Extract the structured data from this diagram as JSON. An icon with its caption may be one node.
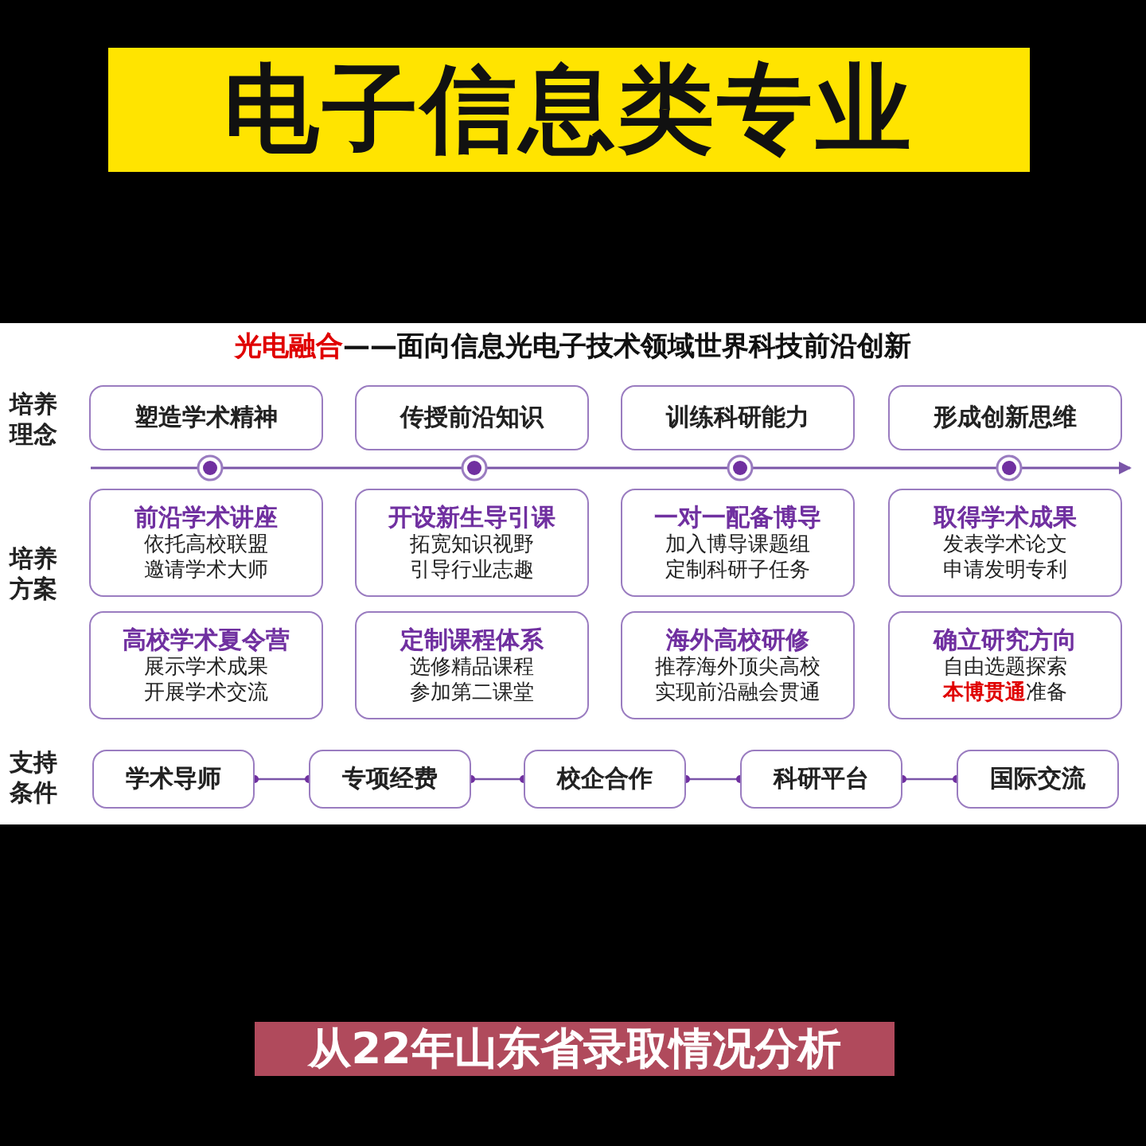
{
  "diagram": {
    "title": "电子信息类专业",
    "caption": "从22年山东省录取情况分析",
    "labels": [
      "**光电融合**——面向信息光电子技术领域世界科技前沿创新",
      "培养理念",
      "培养方案",
      "支持条件"
    ],
    "nodes": [
      {
        "text": [
          "塑造学术精神"
        ]
      },
      {
        "text": [
          "传授前沿知识"
        ]
      },
      {
        "text": [
          "训练科研能力"
        ]
      },
      {
        "text": [
          "形成创新思维"
        ]
      },
      {
        "text": [
          "前沿学术讲座",
          "依托高校联盟",
          "邀请学术大师"
        ]
      },
      {
        "text": [
          "开设新生导引课",
          "拓宽知识视野",
          "引导行业志趣"
        ]
      },
      {
        "text": [
          "一对一配备博导",
          "加入博导课题组",
          "定制科研子任务"
        ]
      },
      {
        "text": [
          "取得学术成果",
          "发表学术论文",
          "申请发明专利"
        ]
      },
      {
        "text": [
          "高校学术夏令营",
          "展示学术成果",
          "开展学术交流"
        ]
      },
      {
        "text": [
          "定制课程体系",
          "选修精品课程",
          "参加第二课堂"
        ]
      },
      {
        "text": [
          "海外高校研修",
          "推荐海外顶尖高校",
          "实现前沿融会贯通"
        ]
      },
      {
        "text": [
          "确立研究方向",
          "自由选题探索",
          "**本博贯通**准备"
        ]
      },
      {
        "text": [
          "学术导师"
        ]
      },
      {
        "text": [
          "专项经费"
        ]
      },
      {
        "text": [
          "校企合作"
        ]
      },
      {
        "text": [
          "科研平台"
        ]
      },
      {
        "text": [
          "国际交流"
        ]
      }
    ],
    "edges": [
      {
        "from": 12,
        "to": 13,
        "arrow": "other"
      },
      {
        "from": 13,
        "to": 14,
        "arrow": "other"
      },
      {
        "from": 14,
        "to": 15,
        "arrow": "other"
      },
      {
        "from": 15,
        "to": 16,
        "arrow": "other"
      }
    ]
  }
}
